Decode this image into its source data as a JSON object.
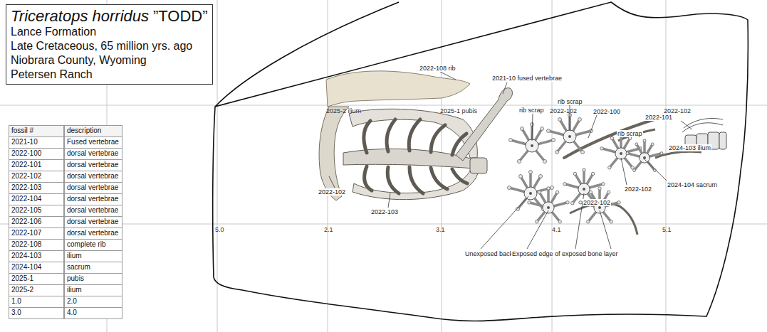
{
  "diagram": {
    "nodes": [
      {
        "text": [
          "Triceratops horridus",
          "”TODD”",
          "Lance Formation",
          "Late Cretaceous, 65 million yrs. ago",
          "Niobrara County, Wyoming",
          "Petersen Ranch"
        ]
      }
    ],
    "labels": [
      "fossil #",
      "description",
      "2021-10",
      "Fused vertebrae",
      "2022-100",
      "dorsal vertebrae",
      "2022-101",
      "dorsal vertebrae",
      "2022-102",
      "dorsal vertebrae",
      "2022-103",
      "dorsal vertebrae",
      "2022-104",
      "dorsal vertebrae",
      "2022-105",
      "dorsal vertebrae",
      "2022-106",
      "dorsal vertebrae",
      "2022-107",
      "dorsal vertebrae",
      "2022-108",
      "complete rib",
      "2024-103",
      " ilium",
      "2024-104",
      "sacrum",
      "2025-1",
      "pubis",
      "2025-2",
      "ilium",
      "1.0",
      "2.0",
      "3.0",
      "4.0",
      "5.0",
      "2.1",
      "3.1",
      "4.1",
      "5.1",
      "2025-2 ilium",
      "2025-1 pubis",
      "2022-102",
      "2022-102",
      "2022-108 rib",
      "2021-10 fused vertebrae",
      "rib scrap",
      "rib scrap",
      "2022-100",
      "2022-101",
      "rib scrap",
      "2024-103 ilium",
      "2024-104 sacrum",
      "2022-102",
      "2022-102",
      "2022-102",
      "2022-103",
      "Unexposed back wall of excavation site",
      "Exposed edge of exposed bone layer"
    ]
  }
}
